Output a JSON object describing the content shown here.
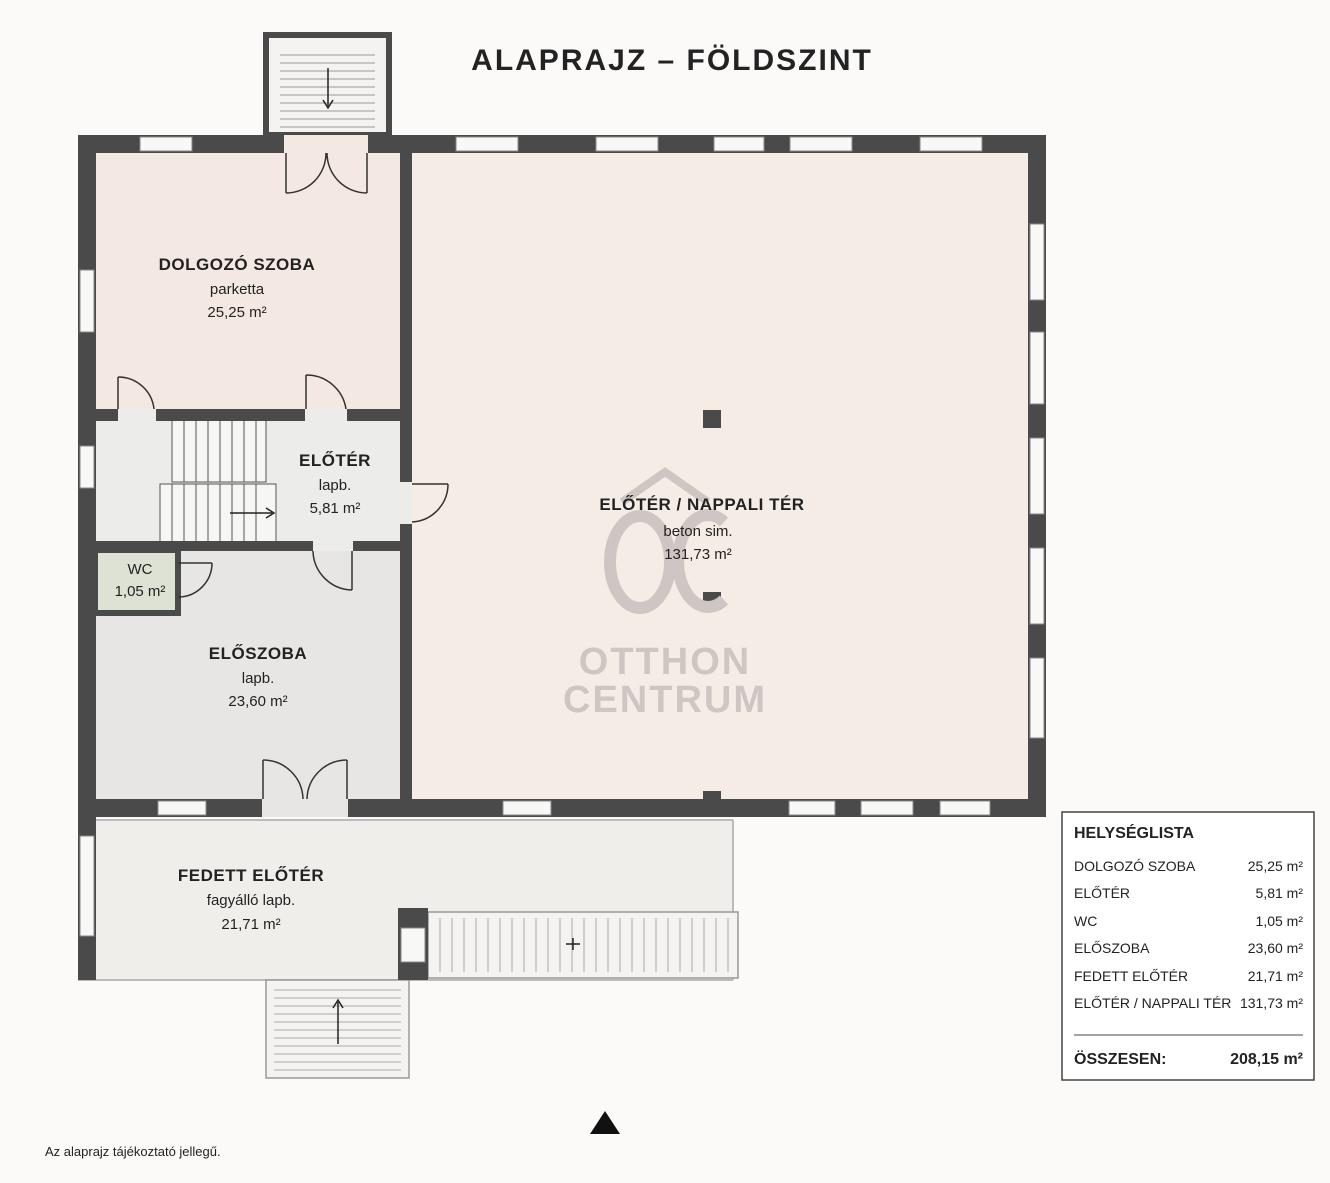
{
  "title": "ALAPRAJZ – FÖLDSZINT",
  "rooms": [
    {
      "name": "DOLGOZÓ SZOBA",
      "floor": "parketta",
      "area": "25,25 m²"
    },
    {
      "name": "ELŐTÉR",
      "floor": "lapb.",
      "area": "5,81 m²"
    },
    {
      "name": "WC",
      "floor": "",
      "area": "1,05 m²"
    },
    {
      "name": "ELŐSZOBA",
      "floor": "lapb.",
      "area": "23,60 m²"
    },
    {
      "name": "FEDETT ELŐTÉR",
      "floor": "fagyálló lapb.",
      "area": "21,71 m²"
    },
    {
      "name": "ELŐTÉR / NAPPALI TÉR",
      "floor": "beton sim.",
      "area": "131,73 m²"
    }
  ],
  "legend": {
    "title": "HELYSÉGLISTA",
    "items": [
      {
        "name": "DOLGOZÓ SZOBA",
        "area": "25,25 m²"
      },
      {
        "name": "ELŐTÉR",
        "area": "5,81 m²"
      },
      {
        "name": "WC",
        "area": "1,05 m²"
      },
      {
        "name": "ELŐSZOBA",
        "area": "23,60 m²"
      },
      {
        "name": "FEDETT ELŐTÉR",
        "area": "21,71 m²"
      },
      {
        "name": "ELŐTÉR / NAPPALI TÉR",
        "area": "131,73 m²"
      }
    ],
    "total_label": "ÖSSZESEN:",
    "total_value": "208,15 m²"
  },
  "watermark": {
    "line1": "OTTHON",
    "line2": "CENTRUM"
  },
  "footnote": "Az alaprajz tájékoztató jellegű.",
  "colors": {
    "wall": "#4a4a4a",
    "dolgozo": "#f4e9e2",
    "elotér": "#ececea",
    "wc": "#dde2d4",
    "eloszoba": "#e8e6e4",
    "fedett": "#f0eeea",
    "nappali": "#f5ece6",
    "watermark": "#cfc6c3"
  },
  "icons": [
    "north-arrow-icon",
    "otthon-centrum-logo"
  ]
}
